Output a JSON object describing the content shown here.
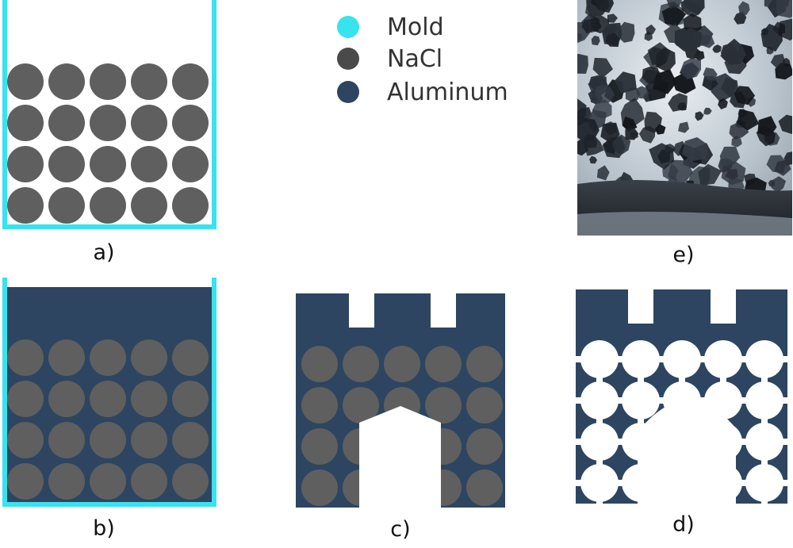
{
  "colors": {
    "mold": "#37e3ee",
    "nacl": "#5f5f5f",
    "aluminum": "#2d4560",
    "background": "#ffffff"
  },
  "legend": [
    {
      "label": "Mold",
      "color": "#37e3ee"
    },
    {
      "label": "NaCl",
      "color": "#4a4a4a"
    },
    {
      "label": "Aluminum",
      "color": "#2d4560"
    }
  ],
  "panels": {
    "a": {
      "label": "a)",
      "grid": {
        "cols": 5,
        "rows": 4
      }
    },
    "b": {
      "label": "b)",
      "grid": {
        "cols": 5,
        "rows": 4
      }
    },
    "c": {
      "label": "c)",
      "grid": {
        "cols": 5,
        "rows": 4
      }
    },
    "d": {
      "label": "d)",
      "grid": {
        "cols": 5,
        "rows": 4
      }
    },
    "e": {
      "label": "e)"
    }
  }
}
